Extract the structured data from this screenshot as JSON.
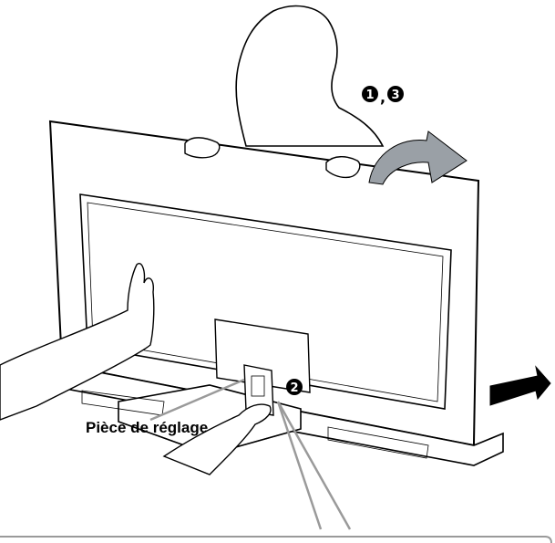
{
  "steps": {
    "step_1": "1",
    "step_3": "3",
    "separator": ",",
    "step_2": "2"
  },
  "callout": {
    "adjustment_part": "Pièce de réglage"
  },
  "colors": {
    "line": "#000000",
    "screen_inner": "#ffffff",
    "arrow_fill": "#9aa0a6",
    "callout_line": "#9a9a9a"
  }
}
